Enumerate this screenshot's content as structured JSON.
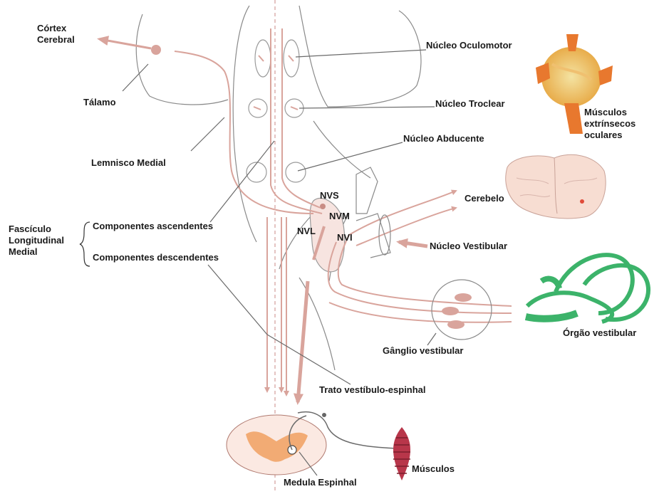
{
  "labels": {
    "cortex_line1": "Córtex",
    "cortex_line2": "Cerebral",
    "talamo": "Tálamo",
    "lemnisco": "Lemnisco Medial",
    "fasciculo_line1": "Fascículo",
    "fasciculo_line2": "Longitudinal",
    "fasciculo_line3": "Medial",
    "comp_asc": "Componentes ascendentes",
    "comp_desc": "Componentes descendentes",
    "nucleo_oculomotor": "Núcleo Oculomotor",
    "nucleo_troclear": "Núcleo Troclear",
    "musculos_oc_line1": "Músculos",
    "musculos_oc_line2": "extrínsecos",
    "musculos_oc_line3": "oculares",
    "nucleo_abducente": "Núcleo Abducente",
    "nvs": "NVS",
    "nvm": "NVM",
    "nvl": "NVL",
    "nvi": "NVI",
    "cerebelo": "Cerebelo",
    "nucleo_vestibular": "Núcleo Vestibular",
    "orgao_vestibular": "Órgão vestibular",
    "ganglio_vestibular": "Gânglio vestibular",
    "trato": "Trato vestíbulo-espinhal",
    "musculos": "Músculos",
    "medula": "Medula Espinhal"
  },
  "colors": {
    "pathway": "#d9a49c",
    "pathway_dark": "#c98c84",
    "outline": "#8a8a8a",
    "leader": "#6a6a6a",
    "eye_muscle": "#e8782e",
    "vestibular_organ": "#3cb36a",
    "muscle": "#b8364a"
  }
}
